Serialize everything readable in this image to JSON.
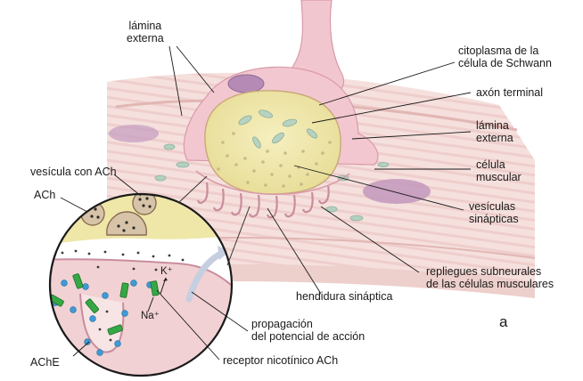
{
  "labels": {
    "lamina_externa_top": "lámina\nexterna",
    "citoplasma": "citoplasma de la\ncélula de Schwann",
    "axon_terminal": "axón terminal",
    "lamina_externa_right": "lámina\nexterna",
    "celula_muscular": "célula\nmuscular",
    "vesiculas": "vesículas\nsinápticas",
    "repliegues": "repliegues subneurales\nde las células musculares",
    "hendidura": "hendidura sináptica",
    "propagacion": "propagación\ndel potencial de acción",
    "receptor": "receptor nicotínico ACh",
    "ache": "AChE",
    "vesicula_ach": "vesícula con ACh",
    "ach": "ACh",
    "k_ion": "K⁺",
    "na_ion": "Na⁺"
  },
  "panel_letter": "a",
  "colors": {
    "axon": "#efe7a8",
    "schwann": "#f3c7cf",
    "schwann_dark": "#e3a3b2",
    "muscle": "#f4dcd9",
    "muscle_stripe": "#e7c2bf",
    "nucleus": "#c79ac0",
    "mito": "#a9c7b6",
    "receptor": "#2f9e3c",
    "ache": "#3f9ad6",
    "ink": "#1a1a1a"
  }
}
